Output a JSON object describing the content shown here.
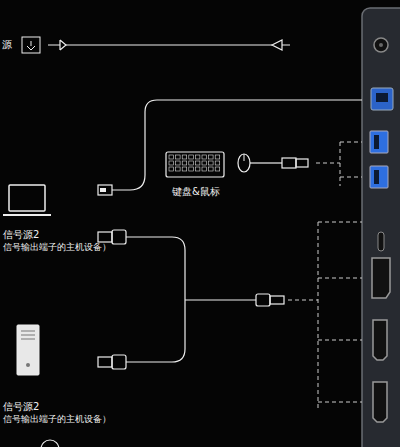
{
  "diagram": {
    "nodes": [
      {
        "text": [
          "键盘&鼠标"
        ]
      },
      {
        "text": [
          "信号源2",
          "信号输出端子的主机设备）"
        ]
      },
      {
        "text": [
          "信号源2",
          "信号输出端子的主机设备）"
        ]
      }
    ],
    "labels": [
      "源"
    ]
  }
}
